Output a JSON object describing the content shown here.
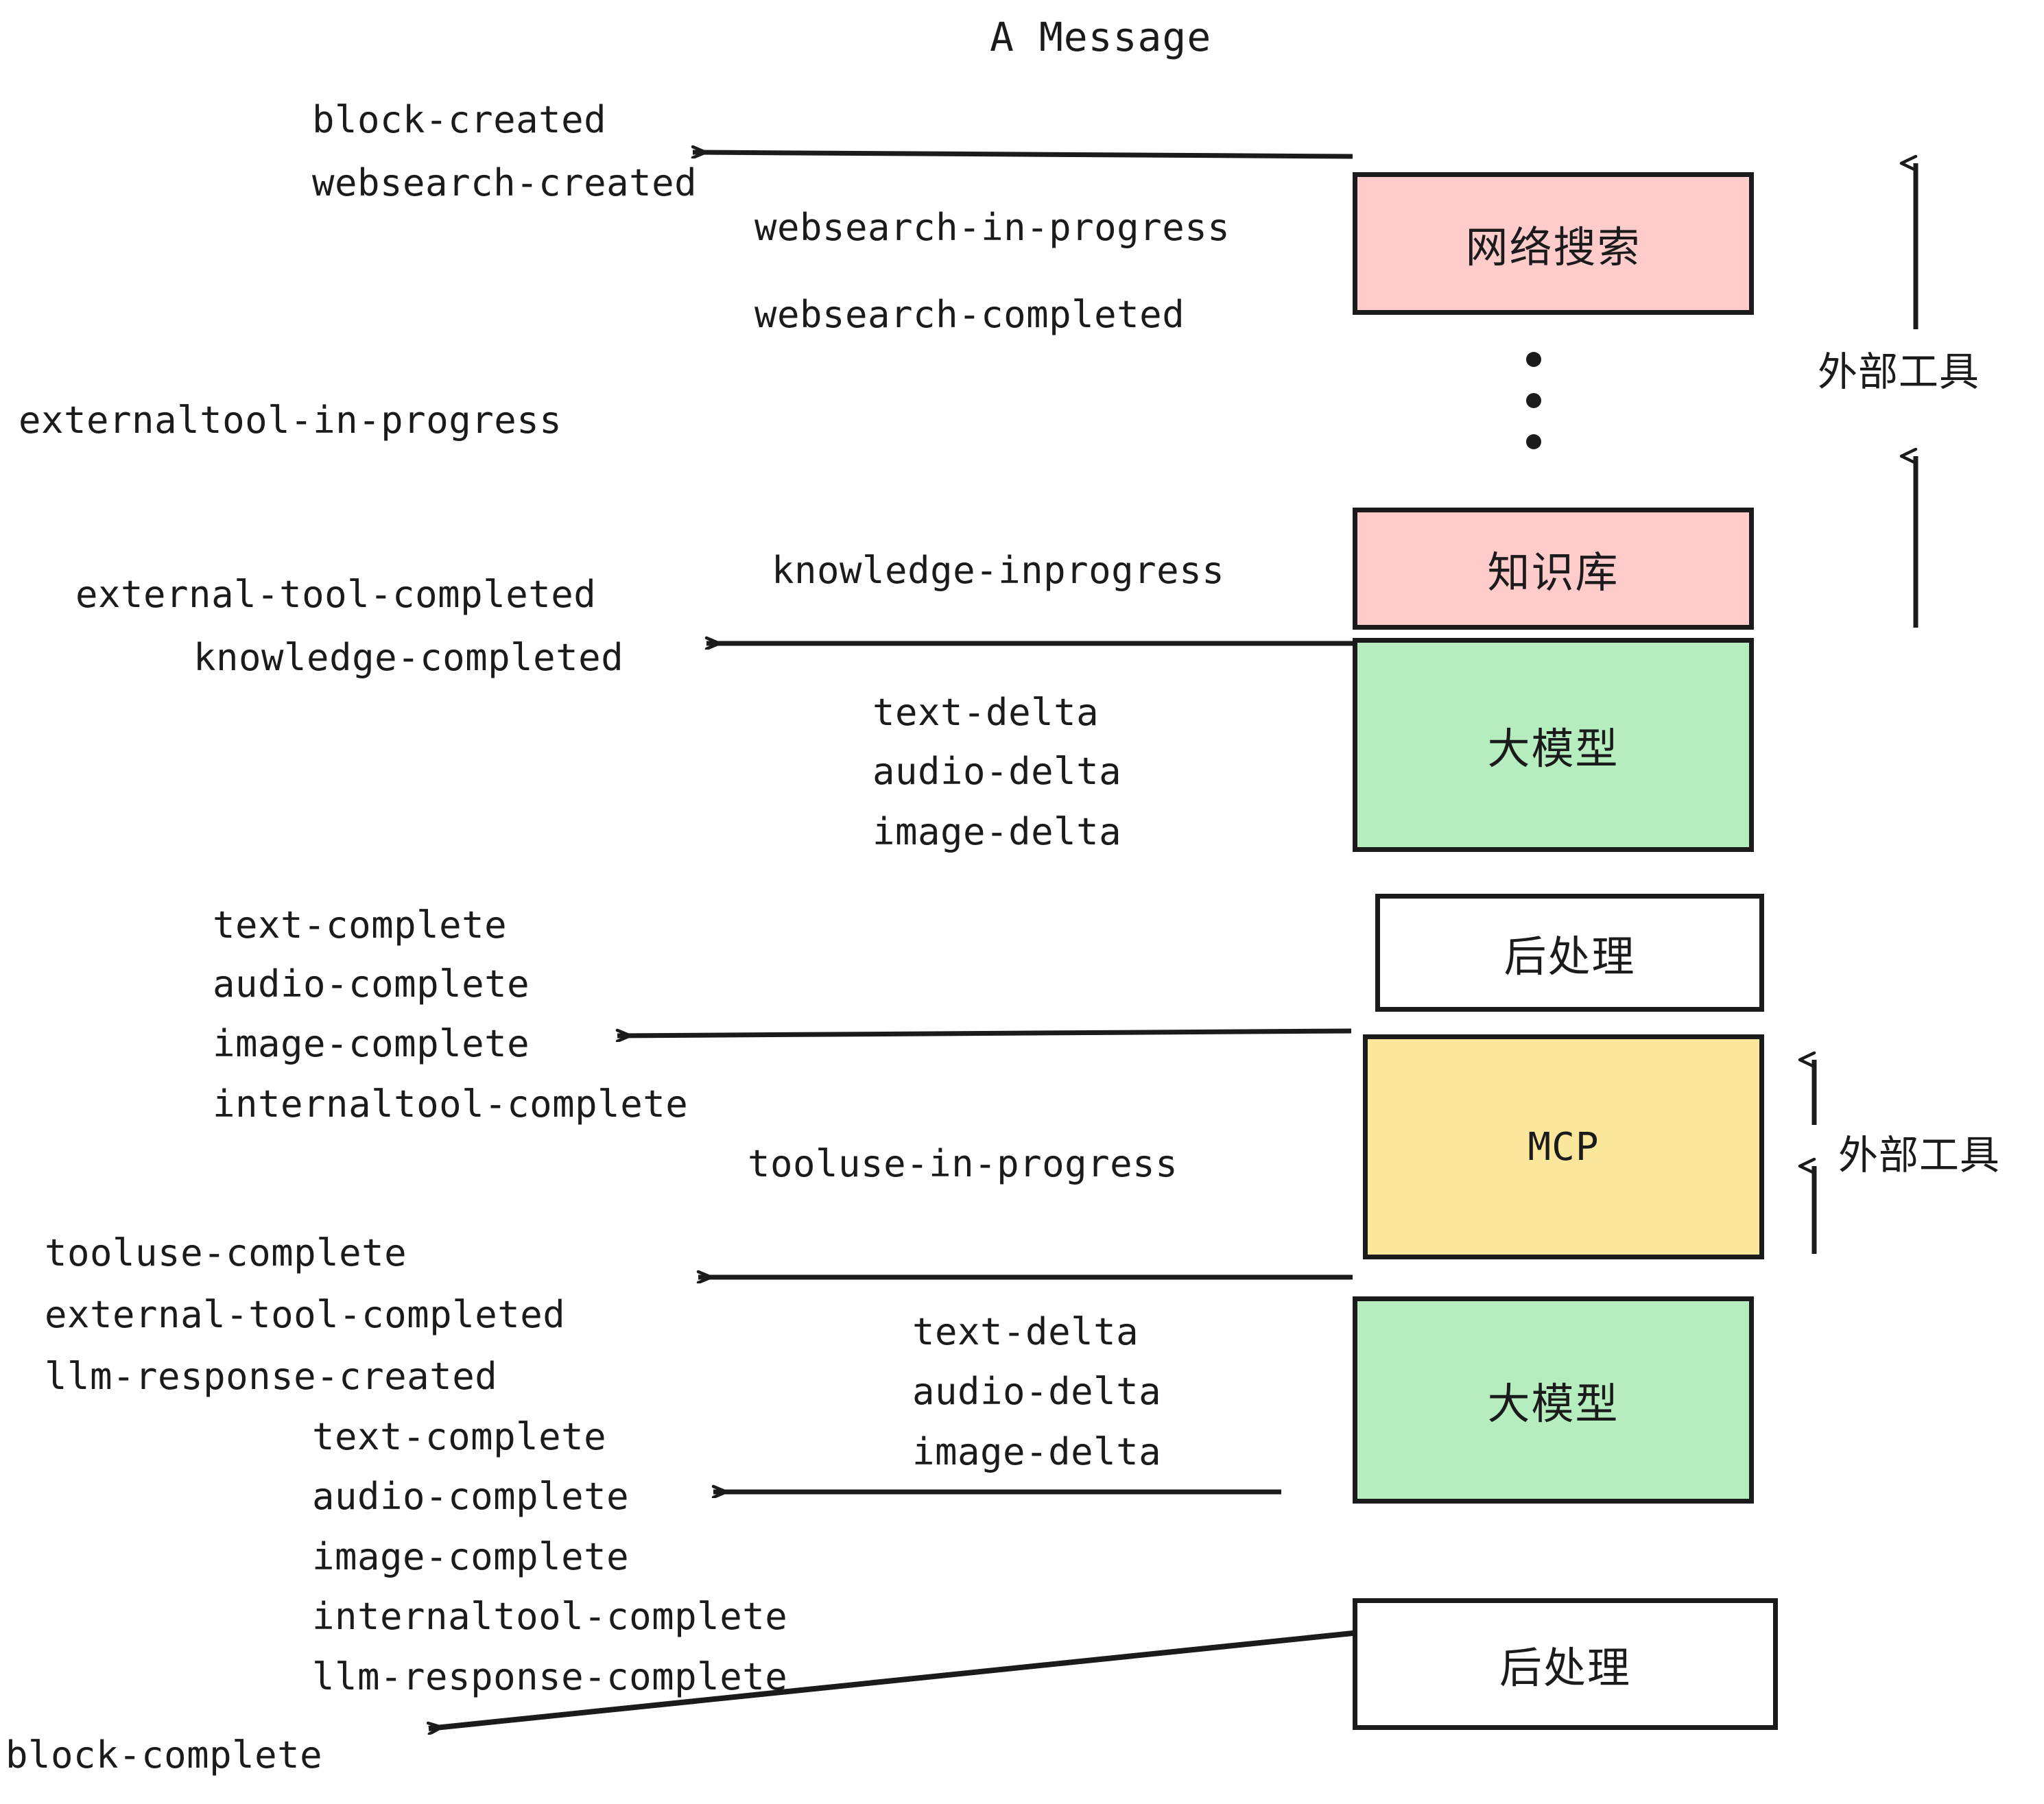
{
  "title": "A Message",
  "colors": {
    "pink": "#FFCCCB",
    "green": "#B5EDBF",
    "yellow": "#FBE79B",
    "white": "#FFFFFF",
    "stroke": "#1B1B1B",
    "background": "#FFFFFF"
  },
  "nodes": [
    {
      "id": "websearch",
      "label": "网络搜索",
      "fill": "#FFCCCB",
      "script": "cjk"
    },
    {
      "id": "knowledge",
      "label": "知识库",
      "fill": "#FFCCCB",
      "script": "cjk"
    },
    {
      "id": "llm-first",
      "label": "大模型",
      "fill": "#B5EDBF",
      "script": "cjk"
    },
    {
      "id": "postprocess-first",
      "label": "后处理",
      "fill": "#FFFFFF",
      "script": "cjk"
    },
    {
      "id": "mcp",
      "label": "MCP",
      "fill": "#FBE79B",
      "script": "latin"
    },
    {
      "id": "llm-second",
      "label": "大模型",
      "fill": "#B5EDBF",
      "script": "cjk"
    },
    {
      "id": "postprocess-second",
      "label": "后处理",
      "fill": "#FFFFFF",
      "script": "cjk"
    }
  ],
  "group_labels": [
    {
      "id": "external-tools-top",
      "label": "外部工具"
    },
    {
      "id": "external-tools-bottom",
      "label": "外部工具"
    }
  ],
  "events": {
    "block_created": "block-created",
    "websearch_created": "websearch-created",
    "websearch_in_progress": "websearch-in-progress",
    "websearch_completed": "websearch-completed",
    "externaltool_in_progress": "externaltool-in-progress",
    "knowledge_inprogress": "knowledge-inprogress",
    "external_tool_completed_1": "external-tool-completed",
    "knowledge_completed": "knowledge-completed",
    "text_delta_1": "text-delta",
    "audio_delta_1": "audio-delta",
    "image_delta_1": "image-delta",
    "text_complete_1": "text-complete",
    "audio_complete_1": "audio-complete",
    "image_complete_1": "image-complete",
    "internaltool_complete_1": "internaltool-complete",
    "tooluse_in_progress": "tooluse-in-progress",
    "tooluse_complete": "tooluse-complete",
    "external_tool_completed_2": "external-tool-completed",
    "llm_response_created": "llm-response-created",
    "text_delta_2": "text-delta",
    "audio_delta_2": "audio-delta",
    "image_delta_2": "image-delta",
    "text_complete_2": "text-complete",
    "audio_complete_2": "audio-complete",
    "image_complete_2": "image-complete",
    "internaltool_complete_2": "internaltool-complete",
    "llm_response_complete": "llm-response-complete",
    "block_complete": "block-complete"
  },
  "ellipsis": {
    "id": "vertical-ellipsis",
    "count": 3
  }
}
